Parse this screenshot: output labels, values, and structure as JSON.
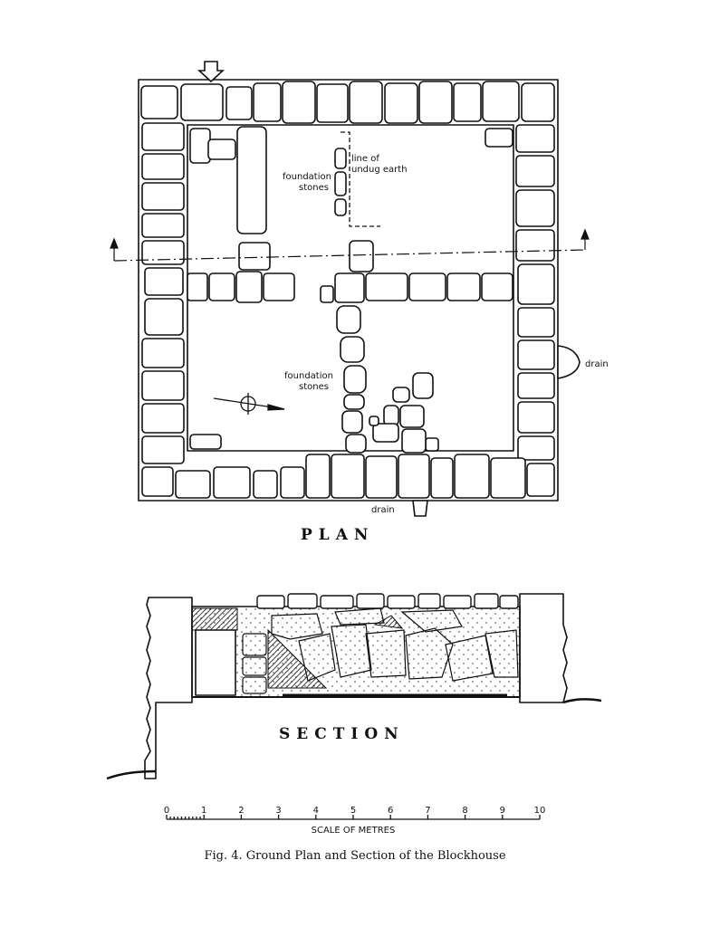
{
  "plan": {
    "title": "PLAN",
    "labels": {
      "line_of_undug_earth_1": "line of",
      "line_of_undug_earth_2": "undug earth",
      "foundation_stones_top_1": "foundation",
      "foundation_stones_top_2": "stones",
      "foundation_stones_bottom_1": "foundation",
      "foundation_stones_bottom_2": "stones",
      "drain_right": "drain",
      "drain_bottom": "drain"
    }
  },
  "section": {
    "title": "SECTION"
  },
  "scale": {
    "ticks": [
      "0",
      "1",
      "2",
      "3",
      "4",
      "5",
      "6",
      "7",
      "8",
      "9",
      "10"
    ],
    "label": "SCALE OF METRES"
  },
  "caption": "Fig. 4.  Ground Plan and Section of the Blockhouse",
  "icons": {
    "entrance": "down-arrow-icon",
    "north": "north-arrow-icon"
  }
}
